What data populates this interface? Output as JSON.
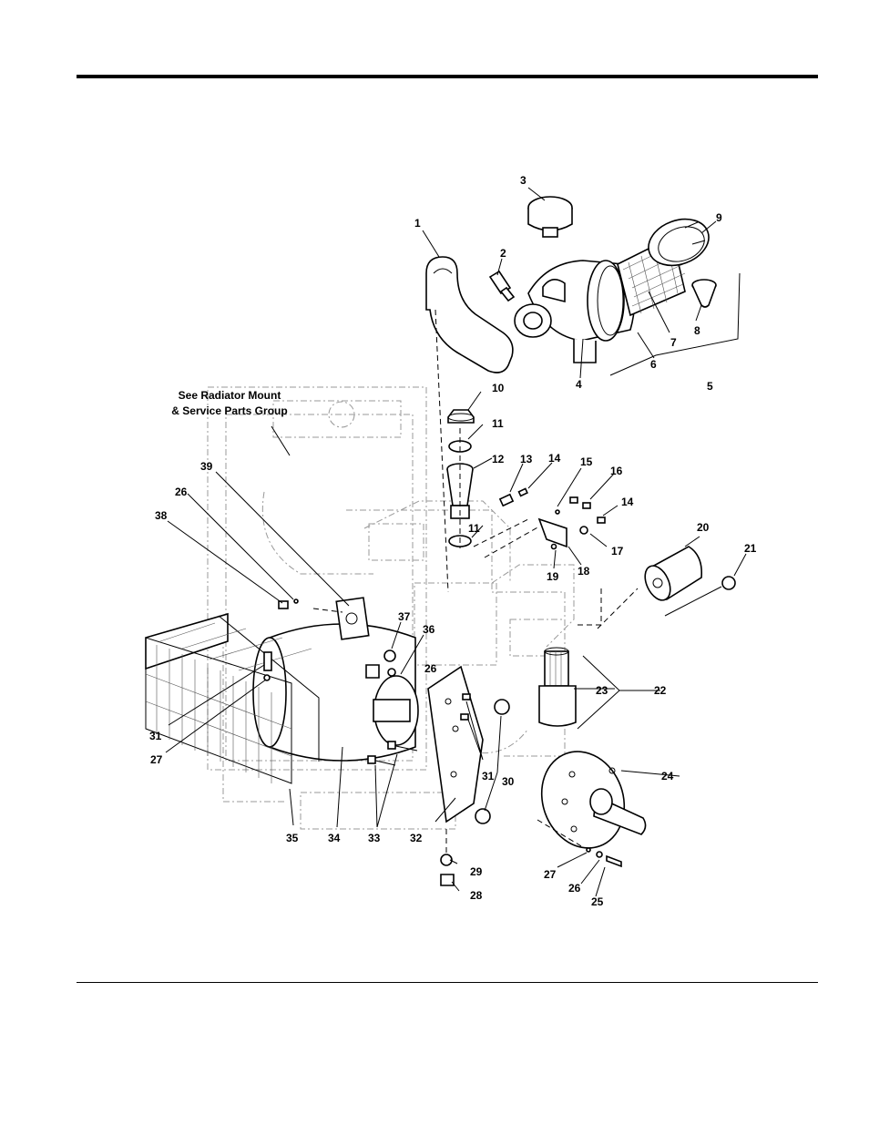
{
  "note": {
    "line1": "See Radiator Mount",
    "line2": "& Service Parts Group"
  },
  "callouts": [
    {
      "id": "c1",
      "text": "1"
    },
    {
      "id": "c2",
      "text": "2"
    },
    {
      "id": "c3",
      "text": "3"
    },
    {
      "id": "c4",
      "text": "4"
    },
    {
      "id": "c5",
      "text": "5"
    },
    {
      "id": "c6",
      "text": "6"
    },
    {
      "id": "c7",
      "text": "7"
    },
    {
      "id": "c8",
      "text": "8"
    },
    {
      "id": "c9",
      "text": "9"
    },
    {
      "id": "c10",
      "text": "10"
    },
    {
      "id": "c11a",
      "text": "11"
    },
    {
      "id": "c11b",
      "text": "11"
    },
    {
      "id": "c12",
      "text": "12"
    },
    {
      "id": "c13",
      "text": "13"
    },
    {
      "id": "c14a",
      "text": "14"
    },
    {
      "id": "c14b",
      "text": "14"
    },
    {
      "id": "c15",
      "text": "15"
    },
    {
      "id": "c16",
      "text": "16"
    },
    {
      "id": "c17",
      "text": "17"
    },
    {
      "id": "c18",
      "text": "18"
    },
    {
      "id": "c19",
      "text": "19"
    },
    {
      "id": "c20",
      "text": "20"
    },
    {
      "id": "c21",
      "text": "21"
    },
    {
      "id": "c22",
      "text": "22"
    },
    {
      "id": "c23",
      "text": "23"
    },
    {
      "id": "c24",
      "text": "24"
    },
    {
      "id": "c25",
      "text": "25"
    },
    {
      "id": "c26a",
      "text": "26"
    },
    {
      "id": "c26b",
      "text": "26"
    },
    {
      "id": "c26c",
      "text": "26"
    },
    {
      "id": "c27a",
      "text": "27"
    },
    {
      "id": "c27b",
      "text": "27"
    },
    {
      "id": "c28",
      "text": "28"
    },
    {
      "id": "c29",
      "text": "29"
    },
    {
      "id": "c30",
      "text": "30"
    },
    {
      "id": "c31a",
      "text": "31"
    },
    {
      "id": "c31b",
      "text": "31"
    },
    {
      "id": "c32",
      "text": "32"
    },
    {
      "id": "c33",
      "text": "33"
    },
    {
      "id": "c34",
      "text": "34"
    },
    {
      "id": "c35",
      "text": "35"
    },
    {
      "id": "c36",
      "text": "36"
    },
    {
      "id": "c37",
      "text": "37"
    },
    {
      "id": "c38",
      "text": "38"
    },
    {
      "id": "c39",
      "text": "39"
    }
  ]
}
